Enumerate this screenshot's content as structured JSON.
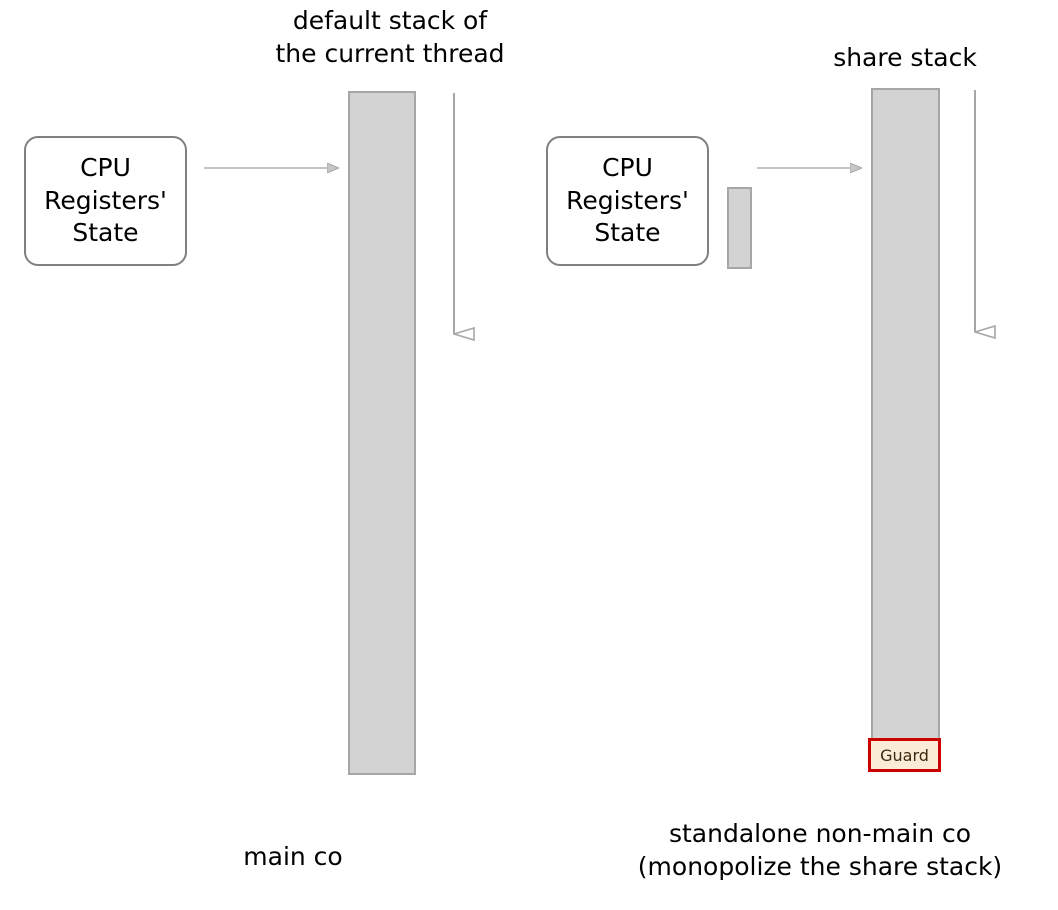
{
  "diagram": {
    "background_color": "#ffffff",
    "stack_fill_color": "#d3d3d3",
    "stack_border_color": "#a6a6a6",
    "arrow_color": "#a6a6a6",
    "box_border_color": "#808080",
    "guard_border_color": "#cc0000",
    "guard_fill_color": "#faebd7",
    "text_color": "#000000"
  },
  "left_panel": {
    "title": "default stack of\nthe current thread",
    "registers_box_label": "CPU\nRegisters'\nState",
    "caption": "main co",
    "arrow_to_stack": "transfer-arrow",
    "growth_arrow": "stack-growth-arrow"
  },
  "right_panel": {
    "title": "share stack",
    "registers_box_label": "CPU\nRegisters'\nState",
    "caption": "standalone non-main co\n(monopolize the share stack)",
    "saved_stack_label": "",
    "guard_label": "Guard",
    "arrow_to_stack": "transfer-arrow",
    "growth_arrow": "stack-growth-arrow"
  }
}
